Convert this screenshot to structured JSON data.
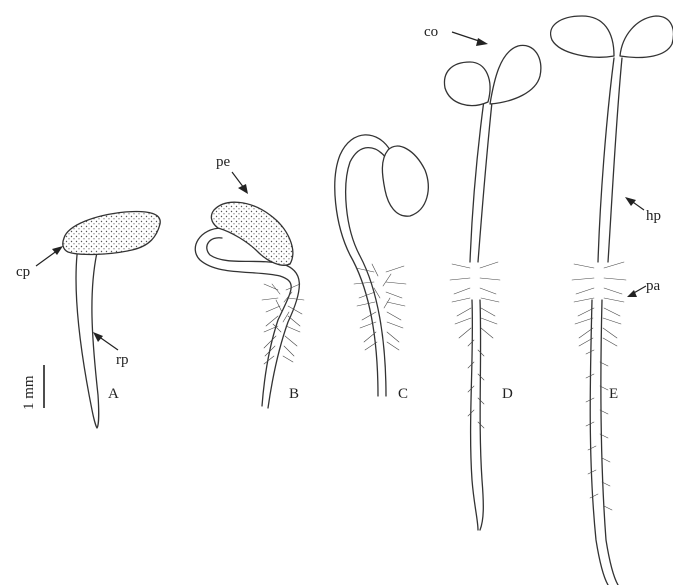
{
  "stages": [
    "A",
    "B",
    "C",
    "D",
    "E"
  ],
  "annotations": {
    "cp": "cp",
    "rp": "rp",
    "pe": "pe",
    "co": "co",
    "hp": "hp",
    "pa": "pa"
  },
  "scale_label": "1 mm",
  "colors": {
    "ink": "#333333",
    "label": "#222222",
    "background": "#ffffff"
  }
}
